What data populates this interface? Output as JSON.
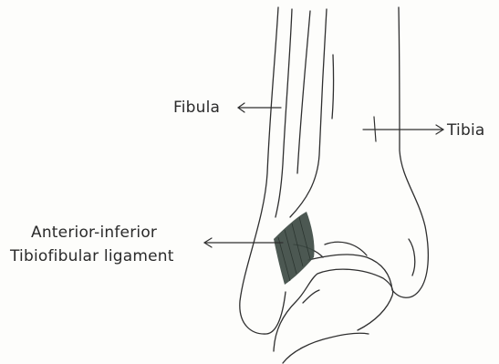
{
  "labels": {
    "fibula": "Fibula",
    "tibia": "Tibia",
    "ligament_line1": "Anterior-inferior",
    "ligament_line2": "Tibiofibular ligament"
  },
  "colors": {
    "outline": "#2f2f2f",
    "ligament": "#3d4a43",
    "background": "#fdfdfb"
  }
}
